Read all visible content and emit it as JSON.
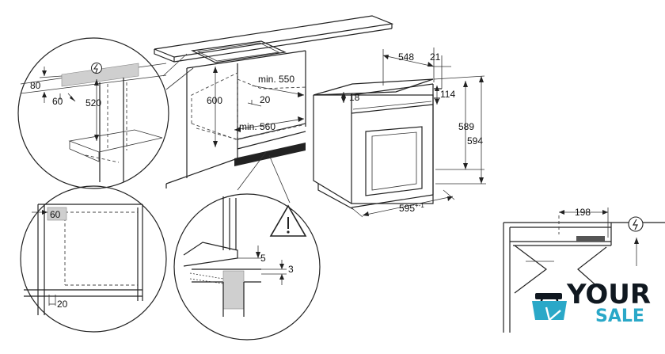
{
  "labels": {
    "d548": "548",
    "d21": "21",
    "d114": "114",
    "d18": "18",
    "d589": "589",
    "d594": "594",
    "d595": "595",
    "d595_tol": "+-1",
    "d_min550": "min. 550",
    "d600": "600",
    "d20_top": "20",
    "d_min560": "min. 560",
    "d80": "80",
    "d60_a": "60",
    "d520": "520",
    "d60_b": "60",
    "d20_b": "20",
    "d5": "5",
    "d3": "3",
    "d198": "198"
  },
  "logo": {
    "word_top": "YOUR",
    "word_bottom": "SALE"
  },
  "colors": {
    "line": "#222222",
    "grey_fill": "#cfcfcf",
    "logo_dark": "#101820",
    "logo_accent": "#2aa8c8"
  },
  "icons": [
    "warning-triangle-icon",
    "electrical-outlet-icon",
    "shopping-bag-icon"
  ]
}
